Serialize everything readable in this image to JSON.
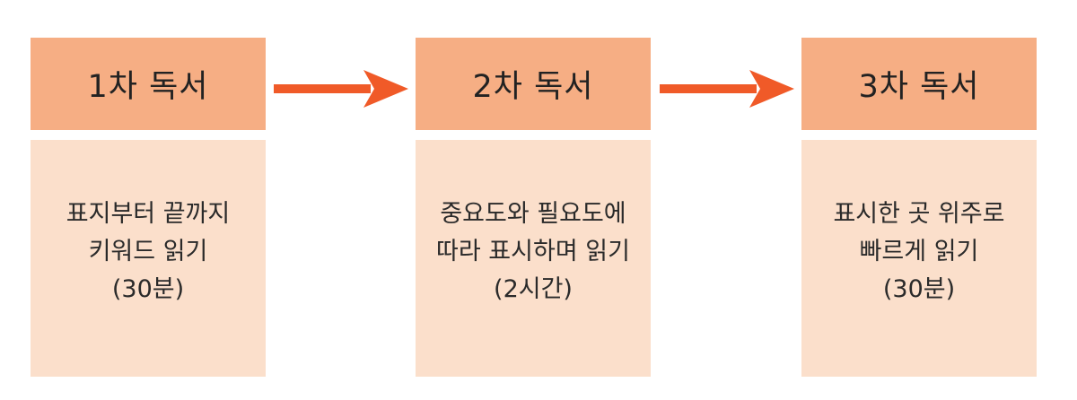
{
  "colors": {
    "header_fill": "#f6ae84",
    "body_fill": "#fbdfcb",
    "arrow": "#f05a28"
  },
  "stages": [
    {
      "title": "1차 독서",
      "lines": [
        "표지부터 끝까지",
        "키워드 읽기",
        "(30분)"
      ]
    },
    {
      "title": "2차 독서",
      "lines": [
        "중요도와 필요도에",
        "따라 표시하며 읽기",
        "(2시간)"
      ]
    },
    {
      "title": "3차 독서",
      "lines": [
        "표시한 곳 위주로",
        "빠르게 읽기",
        "(30분)"
      ]
    }
  ]
}
